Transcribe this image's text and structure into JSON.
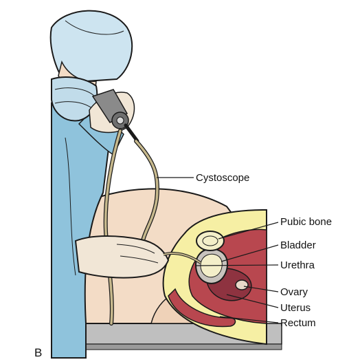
{
  "panel_letter": "B",
  "labels": {
    "cystoscope": "Cystoscope",
    "pubic_bone": "Pubic bone",
    "bladder": "Bladder",
    "urethra": "Urethra",
    "ovary": "Ovary",
    "uterus": "Uterus",
    "rectum": "Rectum"
  },
  "colors": {
    "gown": "#8fc3dc",
    "cap": "#cde4f0",
    "skin": "#f3dcc6",
    "glove": "#f1e6d6",
    "tube": "#c7b98d",
    "pelvis_fill": "#f6efa4",
    "organ_red": "#b8474f",
    "organ_dark": "#8e3340",
    "bone": "#f4efc9",
    "outline": "#1a1a1a",
    "table": "#bfbfbf"
  }
}
